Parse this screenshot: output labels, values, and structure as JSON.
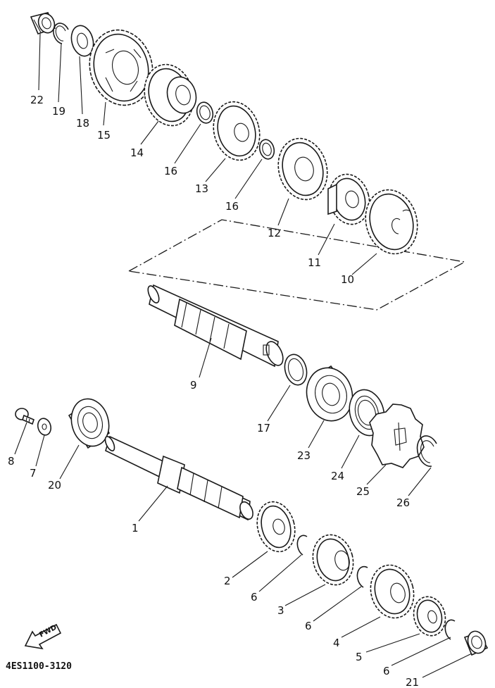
{
  "diagram": {
    "part_numbers": [
      "1",
      "2",
      "3",
      "4",
      "5",
      "6",
      "7",
      "8",
      "9",
      "10",
      "11",
      "12",
      "13",
      "14",
      "15",
      "16",
      "17",
      "18",
      "19",
      "20",
      "21",
      "22",
      "23",
      "24",
      "25",
      "26"
    ],
    "callouts": [
      {
        "id": "callout-22",
        "text": "22"
      },
      {
        "id": "callout-19",
        "text": "19"
      },
      {
        "id": "callout-18",
        "text": "18"
      },
      {
        "id": "callout-15",
        "text": "15"
      },
      {
        "id": "callout-14",
        "text": "14"
      },
      {
        "id": "callout-16-upper",
        "text": "16"
      },
      {
        "id": "callout-13",
        "text": "13"
      },
      {
        "id": "callout-16-lower",
        "text": "16"
      },
      {
        "id": "callout-12",
        "text": "12"
      },
      {
        "id": "callout-11",
        "text": "11"
      },
      {
        "id": "callout-10",
        "text": "10"
      },
      {
        "id": "callout-9",
        "text": "9"
      },
      {
        "id": "callout-17",
        "text": "17"
      },
      {
        "id": "callout-23",
        "text": "23"
      },
      {
        "id": "callout-24",
        "text": "24"
      },
      {
        "id": "callout-25",
        "text": "25"
      },
      {
        "id": "callout-26",
        "text": "26"
      },
      {
        "id": "callout-8",
        "text": "8"
      },
      {
        "id": "callout-7",
        "text": "7"
      },
      {
        "id": "callout-20",
        "text": "20"
      },
      {
        "id": "callout-1",
        "text": "1"
      },
      {
        "id": "callout-2",
        "text": "2"
      },
      {
        "id": "callout-6-a",
        "text": "6"
      },
      {
        "id": "callout-3",
        "text": "3"
      },
      {
        "id": "callout-6-b",
        "text": "6"
      },
      {
        "id": "callout-4",
        "text": "4"
      },
      {
        "id": "callout-5",
        "text": "5"
      },
      {
        "id": "callout-6-c",
        "text": "6"
      },
      {
        "id": "callout-21",
        "text": "21"
      }
    ],
    "direction_marker": "FWD",
    "drawing_code": "4ES1100-3120"
  }
}
